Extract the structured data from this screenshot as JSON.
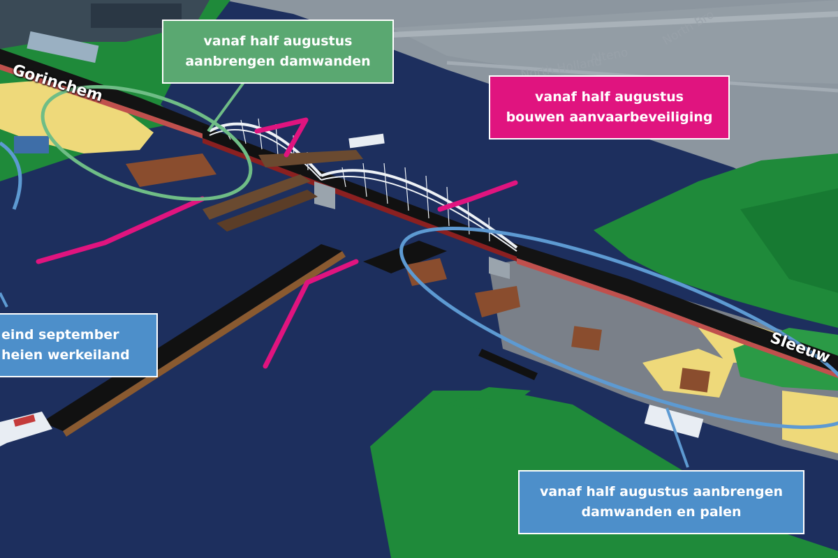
{
  "places": {
    "gorinchem": "Gorinchem",
    "sleeuwijk": "Sleeuw"
  },
  "background_labels": {
    "road_1": "North Holland",
    "road_2": "Alteno",
    "road_3": "North Bro"
  },
  "callouts": {
    "damwanden": {
      "line1": "vanaf half augustus",
      "line2": "aanbrengen damwanden"
    },
    "aanvaar": {
      "line1": "vanaf half augustus",
      "line2": "bouwen aanvaarbeveiliging"
    },
    "werkeiland": {
      "line1": "eind september",
      "line2": "heien werkeiland"
    },
    "palen": {
      "line1": "vanaf half augustus aanbrengen",
      "line2": "damwanden en palen"
    }
  },
  "colors": {
    "water": "#1d2f5e",
    "land_green": "#1f8a3a",
    "sand": "#eed97a",
    "green_callout": "#5aa871",
    "magenta_callout": "#e0147f",
    "blue_callout": "#4d8fca",
    "magenta_line": "#e0147f",
    "blue_ring": "#5d9ad2",
    "green_ring": "#6fbd86"
  }
}
